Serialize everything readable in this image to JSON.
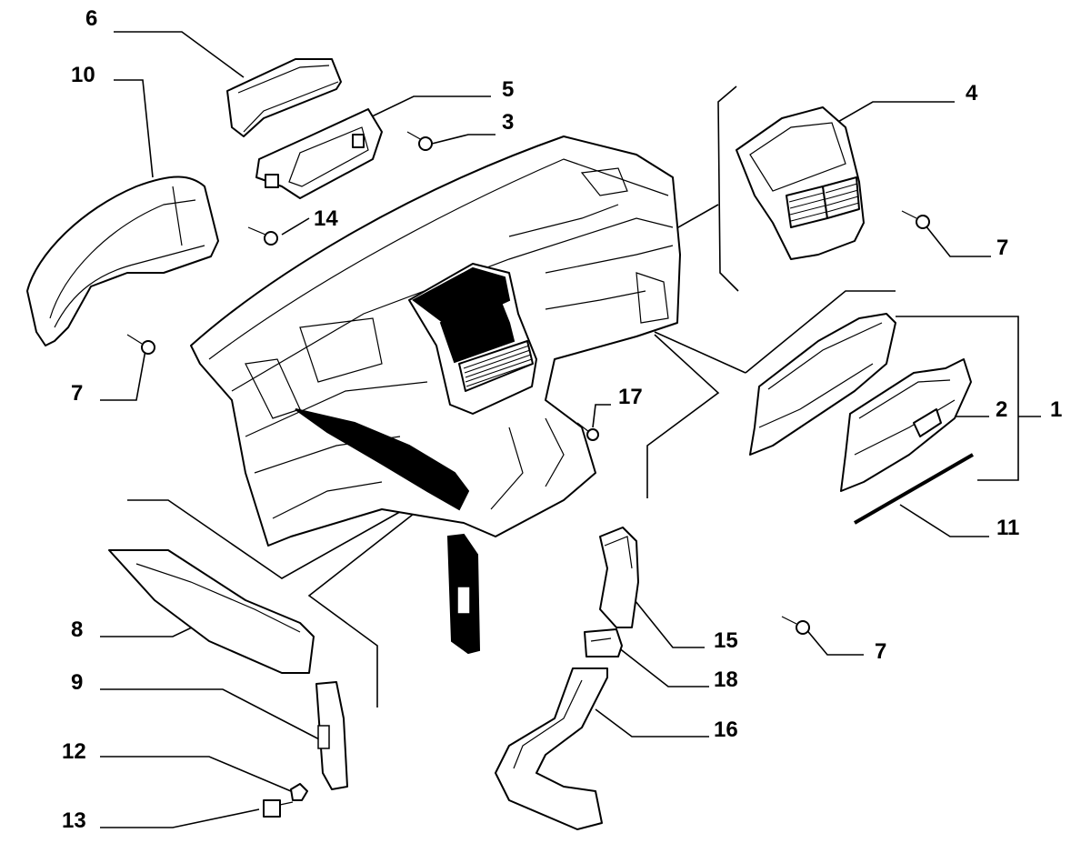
{
  "callouts": {
    "c1": "1",
    "c2": "2",
    "c3": "3",
    "c4": "4",
    "c5": "5",
    "c6": "6",
    "c7a": "7",
    "c7b": "7",
    "c7c": "7",
    "c8": "8",
    "c9": "9",
    "c10": "10",
    "c11": "11",
    "c12": "12",
    "c13": "13",
    "c14": "14",
    "c15": "15",
    "c16": "16",
    "c17": "17",
    "c18": "18"
  }
}
